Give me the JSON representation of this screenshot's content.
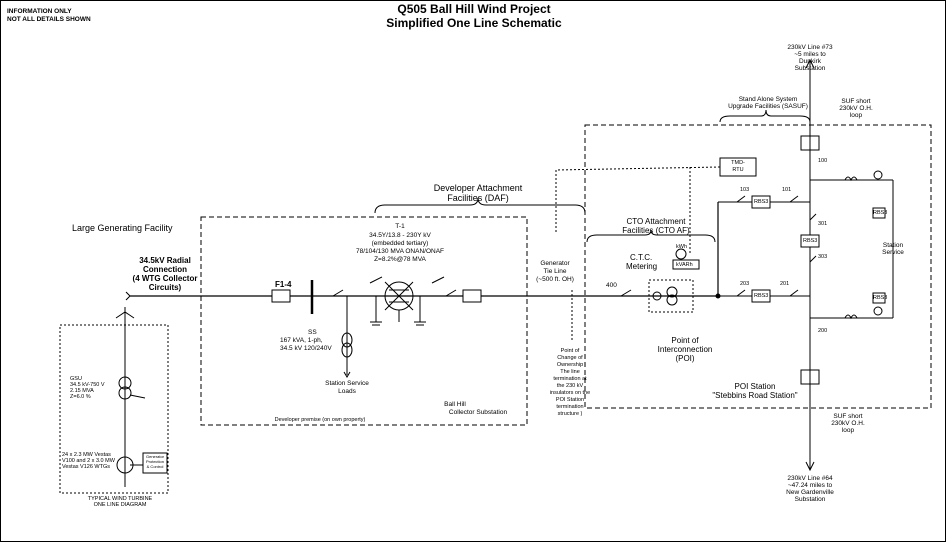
{
  "header": {
    "info_line1": "INFORMATION ONLY",
    "info_line2": "NOT ALL DETAILS SHOWN",
    "title": "Q505 Ball Hill Wind Project",
    "subtitle": "Simplified One Line Schematic"
  },
  "labels": {
    "large_gen": "Large Generating Facility",
    "radial1": "34.5kV Radial",
    "radial2": "Connection",
    "radial3": "(4 WTG Collector",
    "radial4": "Circuits)",
    "f14": "F1-4",
    "daf1": "Developer Attachment",
    "daf2": "Facilities (DAF)",
    "xfmr_t": "T-1",
    "xfmr1": "34.5Y/13.8 - 230Y kV",
    "xfmr2": "(embedded tertiary)",
    "xfmr3": "78/104/130 MVA ONAN/ONAF",
    "xfmr4": "Z=8.2%@78 MVA",
    "ss_t": "SS",
    "ss1": "167 kVA, 1-ph,",
    "ss2": "34.5 kV 120/240V",
    "ssl1": "Station Service",
    "ssl2": "Loads",
    "bh1": "Ball Hill",
    "bh2": "Collector Substation",
    "dev_premise": "Developer premise (on own property)",
    "gen1": "Generator",
    "gen2": "Tie Line",
    "gen3": "(~500 ft. OH)",
    "coo1": "Point of",
    "coo2": "Change of",
    "coo3": "Ownership",
    "coo4": "The line",
    "coo5": "termination at",
    "coo6": "the 230 kV",
    "coo7": "insulators on the",
    "coo8": "POI Station",
    "coo9": "termination",
    "coo10": "structure )",
    "b400": "400",
    "cto1": "CTO Attachment",
    "cto2": "Facilities (CTO AF)",
    "ctc1": "C.T.C.",
    "ctc2": "Metering",
    "kwh": "kWh",
    "kvar": "kVARh",
    "poi1": "Point of",
    "poi2": "Interconnection",
    "poi3": "(POI)",
    "tmd1": "TMD-",
    "tmd2": "RTU",
    "line473_1": "230kV Line #73",
    "line473_2": "~5 miles to",
    "line473_3": "Dunkirk",
    "line473_4": "Substation",
    "sasuf1": "Stand Alone System",
    "sasuf2": "Upgrade Facilities (SASUF)",
    "suf_top1": "SUF short",
    "suf_top2": "230kV O.H.",
    "suf_top3": "loop",
    "suf_bot1": "SUF short",
    "suf_bot2": "230kV O.H.",
    "suf_bot3": "loop",
    "line464_1": "230kV Line #64",
    "line464_2": "~47.24 miles to",
    "line464_3": "New Gardenville",
    "line464_4": "Substation",
    "b100": "100",
    "b101": "101",
    "b103": "103",
    "b201": "201",
    "b203": "203",
    "b200": "200",
    "b301": "301",
    "b303": "303",
    "brk_top": "RBS3",
    "brk_mid": "RBS3",
    "brk_bot": "RBS3",
    "brk_right1": "RBS3",
    "brk_right2": "RBS3",
    "station_service1": "Station",
    "station_service2": "Service",
    "poi_station1": "POI Station",
    "poi_station2": "\"Stebbins Road Station\"",
    "wtg_xfmr1": "GSU",
    "wtg_xfmr2": "34.5 kV-750 V",
    "wtg_xfmr3": "2.15 MVA",
    "wtg_xfmr4": "Z=6.0 %",
    "wtg1": "24 x 2.3 MW Vestas",
    "wtg2": "V100 and 2 x 3.0 MW",
    "wtg3": "Vestas V126 WTGs",
    "genprot1": "Generator",
    "genprot2": "Protection",
    "genprot3": "& Control",
    "typical1": "TYPICAL WIND TURBINE",
    "typical2": "ONE LINE DIAGRAM"
  }
}
